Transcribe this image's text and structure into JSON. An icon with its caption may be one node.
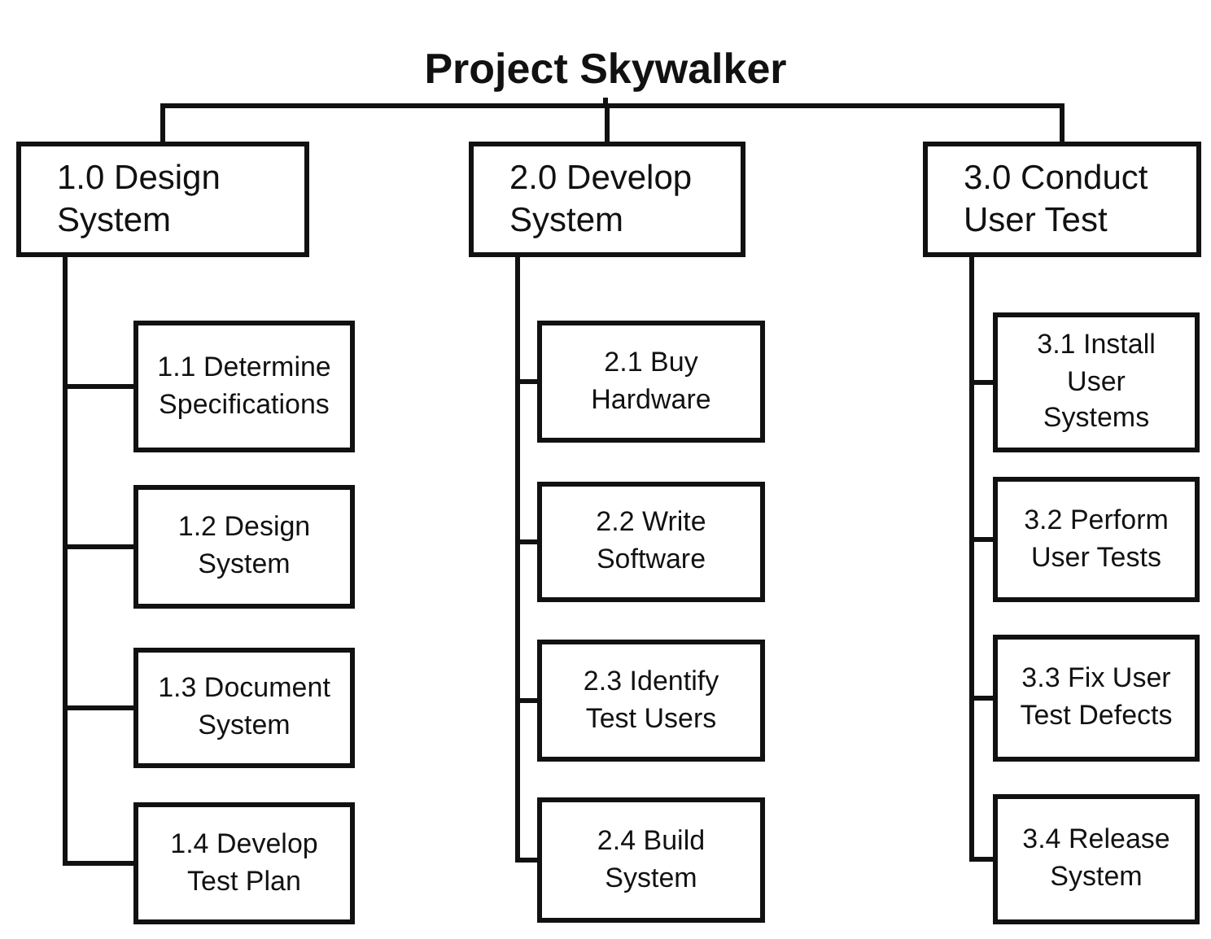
{
  "diagram": {
    "nodes": [
      {
        "text": [
          "Project Skywalker"
        ]
      },
      {
        "text": [
          "1.0 Design System"
        ]
      },
      {
        "text": [
          "1.1 Determine Specifications"
        ]
      },
      {
        "text": [
          "1.2 Design System"
        ]
      },
      {
        "text": [
          "1.3 Document System"
        ]
      },
      {
        "text": [
          "1.4 Develop Test Plan"
        ]
      },
      {
        "text": [
          "2.0 Develop System"
        ]
      },
      {
        "text": [
          "2.1 Buy Hardware"
        ]
      },
      {
        "text": [
          "2.2 Write Software"
        ]
      },
      {
        "text": [
          "2.3 Identify Test Users"
        ]
      },
      {
        "text": [
          "2.4 Build System"
        ]
      },
      {
        "text": [
          "3.0 Conduct User Test"
        ]
      },
      {
        "text": [
          "3.1 Install User Systems"
        ]
      },
      {
        "text": [
          "3.2 Perform User Tests"
        ]
      },
      {
        "text": [
          "3.3 Fix User Test Defects"
        ]
      },
      {
        "text": [
          "3.4 Release System"
        ]
      }
    ],
    "edges": [
      {
        "from": 0,
        "to": 1,
        "arrow": "none"
      },
      {
        "from": 0,
        "to": 6,
        "arrow": "none"
      },
      {
        "from": 0,
        "to": 11,
        "arrow": "none"
      },
      {
        "from": 1,
        "to": 2,
        "arrow": "none"
      },
      {
        "from": 1,
        "to": 3,
        "arrow": "none"
      },
      {
        "from": 1,
        "to": 4,
        "arrow": "none"
      },
      {
        "from": 1,
        "to": 5,
        "arrow": "none"
      },
      {
        "from": 6,
        "to": 7,
        "arrow": "none"
      },
      {
        "from": 6,
        "to": 8,
        "arrow": "none"
      },
      {
        "from": 6,
        "to": 9,
        "arrow": "none"
      },
      {
        "from": 6,
        "to": 10,
        "arrow": "none"
      },
      {
        "from": 11,
        "to": 12,
        "arrow": "none"
      },
      {
        "from": 11,
        "to": 13,
        "arrow": "none"
      },
      {
        "from": 11,
        "to": 14,
        "arrow": "none"
      },
      {
        "from": 11,
        "to": 15,
        "arrow": "none"
      }
    ]
  }
}
